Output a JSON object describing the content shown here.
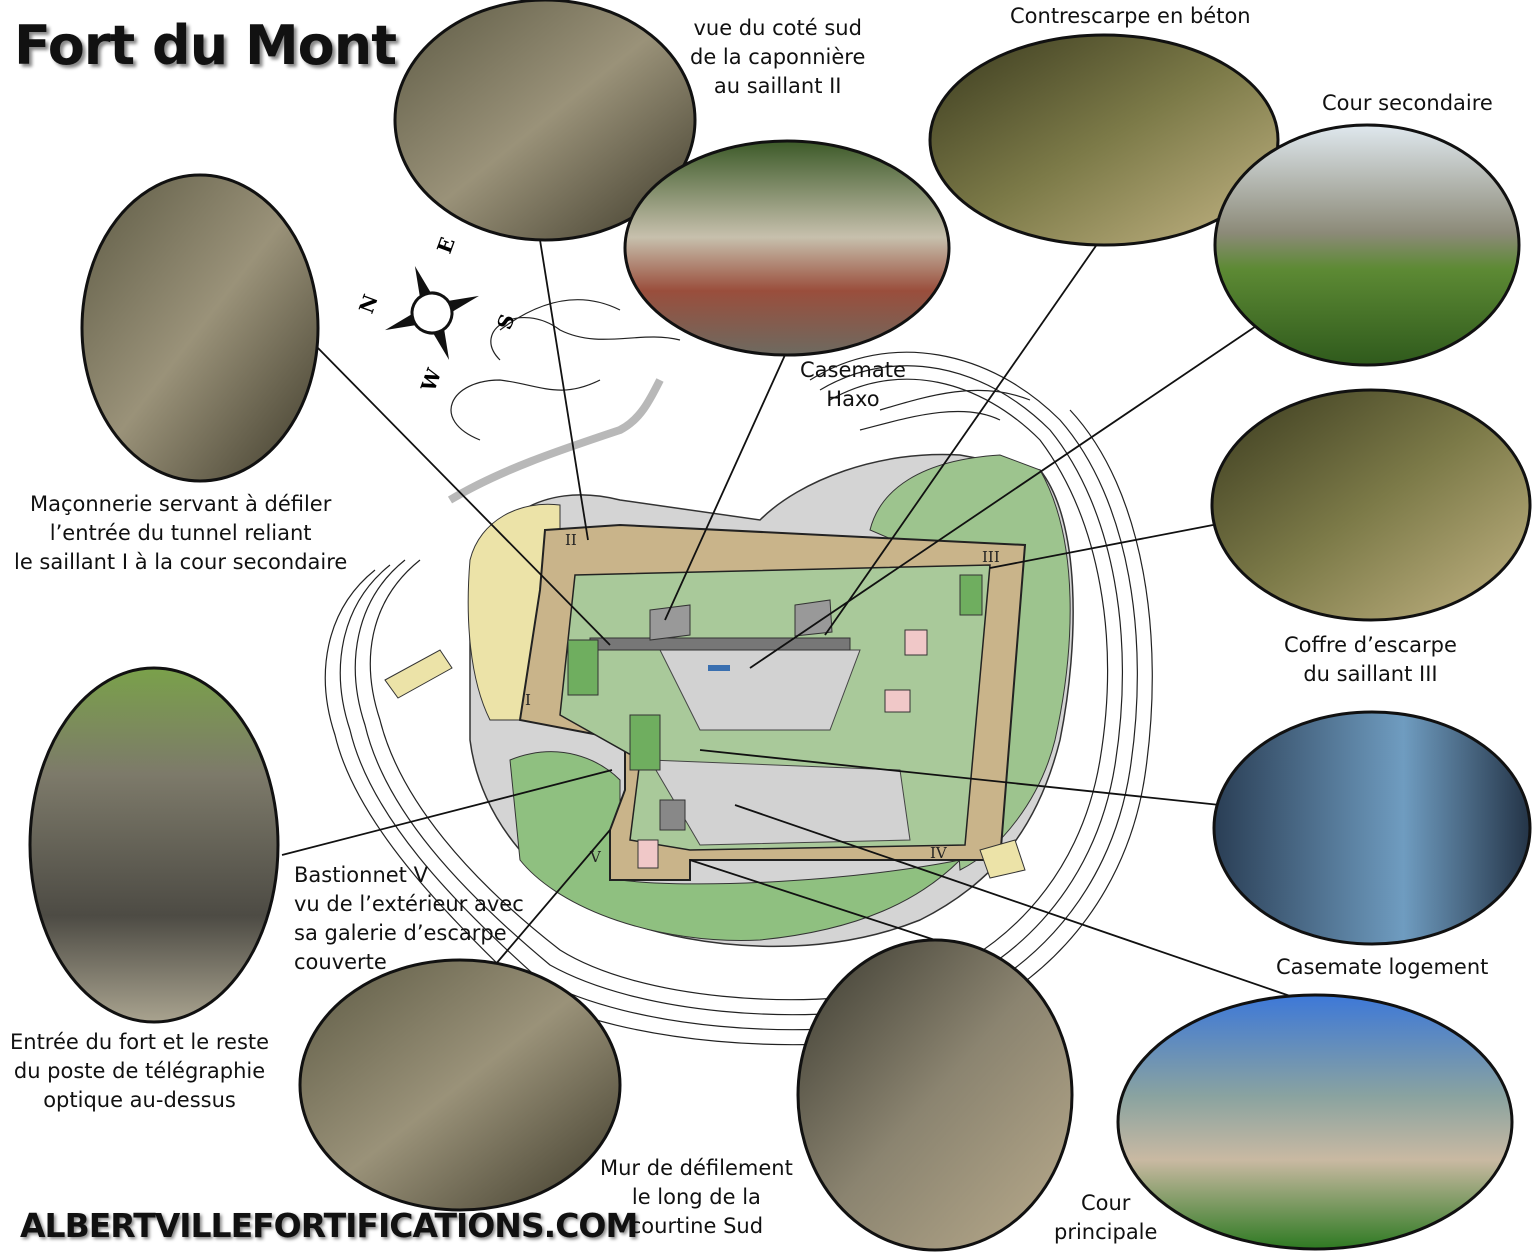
{
  "title": "Fort du Mont",
  "website": "ALBERTVILLEFORTIFICATIONS.COM",
  "compass": {
    "n": "N",
    "e": "E",
    "s": "S",
    "w": "W"
  },
  "bastion_numerals": [
    "I",
    "II",
    "III",
    "IV",
    "V"
  ],
  "labels": {
    "caponniere": [
      "vue du coté sud",
      "de la caponnière",
      "au saillant II"
    ],
    "contrescarpe": "Contrescarpe en béton",
    "cour_secondaire": "Cour secondaire",
    "haxo": [
      "Casemate",
      "Haxo"
    ],
    "maconnerie": [
      "Maçonnerie servant à défiler",
      "l’entrée du tunnel reliant",
      "le saillant I à la cour secondaire"
    ],
    "coffre": [
      "Coffre d’escarpe",
      "du saillant III"
    ],
    "bastionnet": [
      "Bastionnet V",
      "vu de l’extérieur avec",
      "sa galerie d’escarpe",
      "couverte"
    ],
    "entree": [
      "Entrée du fort et le reste",
      "du poste de télégraphie",
      "optique au-dessus"
    ],
    "logement": "Casemate logement",
    "mur": [
      "Mur de défilement",
      "le long de la",
      "courtine Sud"
    ],
    "cour_principale": [
      "Cour",
      "principale"
    ]
  },
  "colors": {
    "rampart": "#c9b48a",
    "green": "#a9c99a",
    "darkgreen": "#6fae5f",
    "court": "#d2d2d2",
    "sand": "#ece3a8"
  }
}
